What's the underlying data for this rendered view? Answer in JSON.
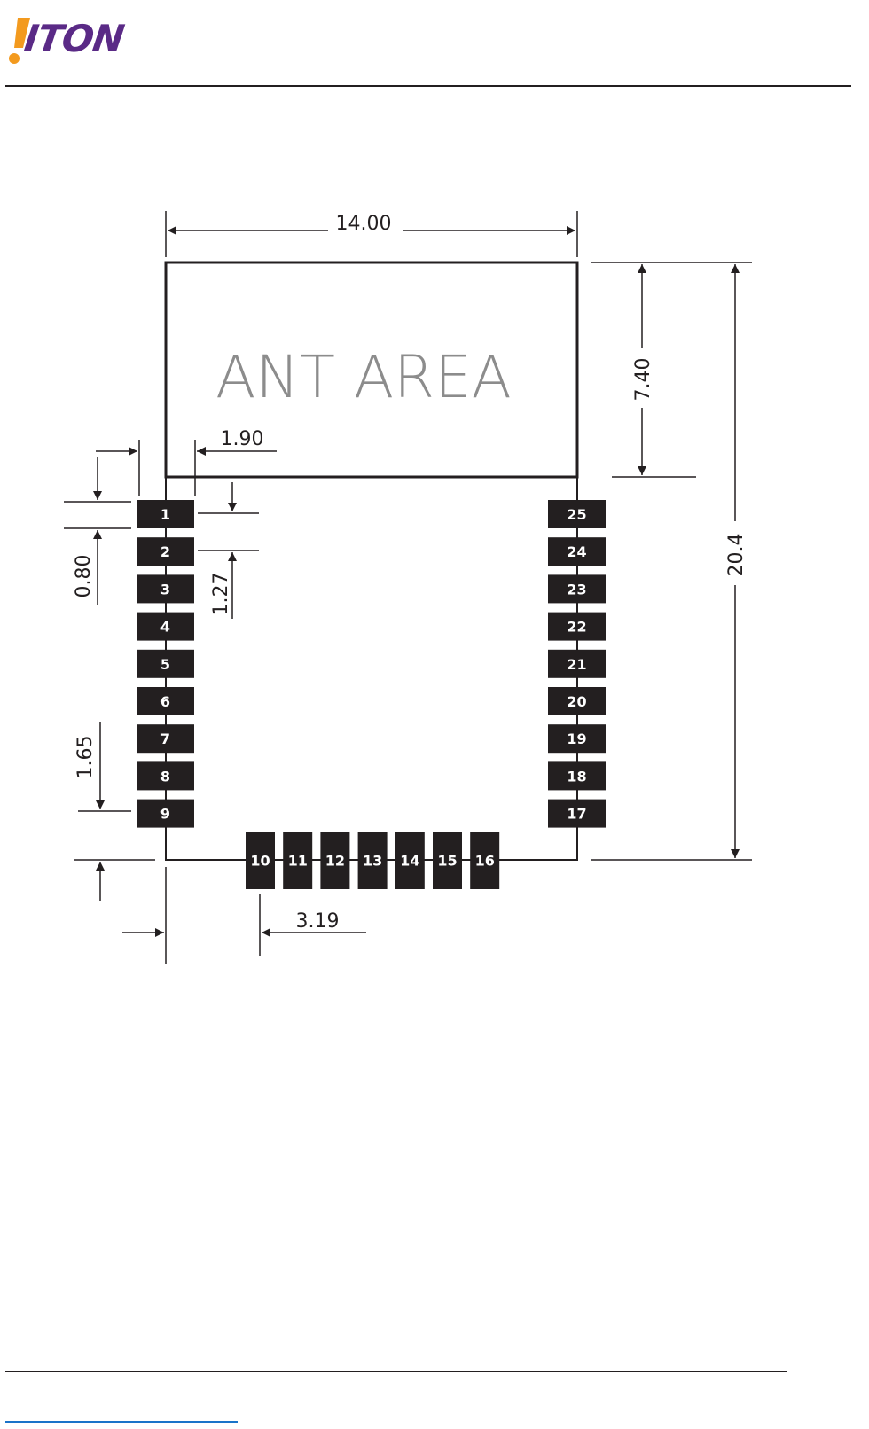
{
  "header": {
    "logo_text": "ITON"
  },
  "diagram": {
    "antenna_label": "ANT AREA",
    "dimensions": {
      "width": "14.00",
      "antenna_height": "7.40",
      "total_height": "20.4",
      "top_to_pin1": "1.90",
      "pad_height": "0.80",
      "pad_pitch": "1.27",
      "pin9_to_edge": "1.65",
      "bottom_pad_offset": "3.19"
    },
    "pins": {
      "left": [
        "1",
        "2",
        "3",
        "4",
        "5",
        "6",
        "7",
        "8",
        "9"
      ],
      "bottom": [
        "10",
        "11",
        "12",
        "13",
        "14",
        "15",
        "16"
      ],
      "right": [
        "25",
        "24",
        "23",
        "22",
        "21",
        "20",
        "19",
        "18",
        "17"
      ]
    }
  },
  "colors": {
    "logo_orange": "#f39a1e",
    "logo_purple": "#5a2a86",
    "pad_fill": "#231f20",
    "line": "#231f20",
    "antenna_text": "#8c8c8c",
    "link": "#1a73c9"
  }
}
